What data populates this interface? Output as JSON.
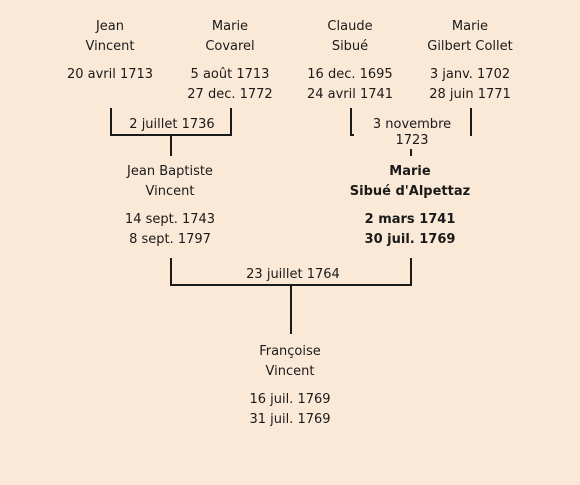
{
  "grandparents": [
    {
      "first": "Jean",
      "last": "Vincent",
      "birth": "20 avril 1713",
      "death": ""
    },
    {
      "first": "Marie",
      "last": "Covarel",
      "birth": "5 août 1713",
      "death": "27 dec. 1772"
    },
    {
      "first": "Claude",
      "last": "Sibué",
      "birth": "16 dec. 1695",
      "death": "24 avril 1741"
    },
    {
      "first": "Marie",
      "last": "Gilbert Collet",
      "birth": "3 janv. 1702",
      "death": "28 juin 1771"
    }
  ],
  "marriages": {
    "paternal": "2 juillet 1736",
    "maternal": "3 novembre 1723",
    "parents": "23 juillet 1764"
  },
  "parents": [
    {
      "first": "Jean Baptiste",
      "last": "Vincent",
      "birth": "14 sept. 1743",
      "death": "8 sept. 1797"
    },
    {
      "first": "Marie",
      "last": "Sibué d'Alpettaz",
      "birth": "2 mars 1741",
      "death": "30 juil. 1769"
    }
  ],
  "child": {
    "first": "Françoise",
    "last": "Vincent",
    "birth": "16 juil. 1769",
    "death": "31 juil. 1769"
  }
}
